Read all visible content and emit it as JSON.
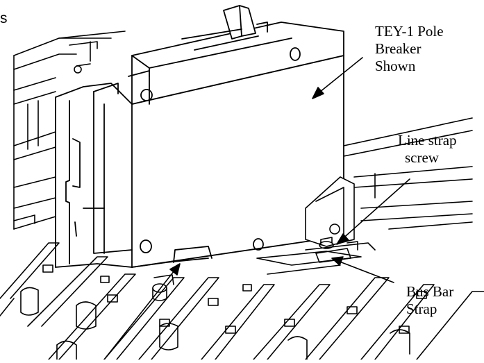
{
  "labels": {
    "breaker": [
      "TEY-1 Pole",
      "Breaker",
      "Shown"
    ],
    "line_strap_screw": [
      "Line strap",
      "screw"
    ],
    "bus_bar_strap": [
      "Bus Bar",
      "Strap"
    ],
    "cropped_fragment": "s"
  },
  "colors": {
    "ink": "#000000",
    "background": "#ffffff"
  }
}
